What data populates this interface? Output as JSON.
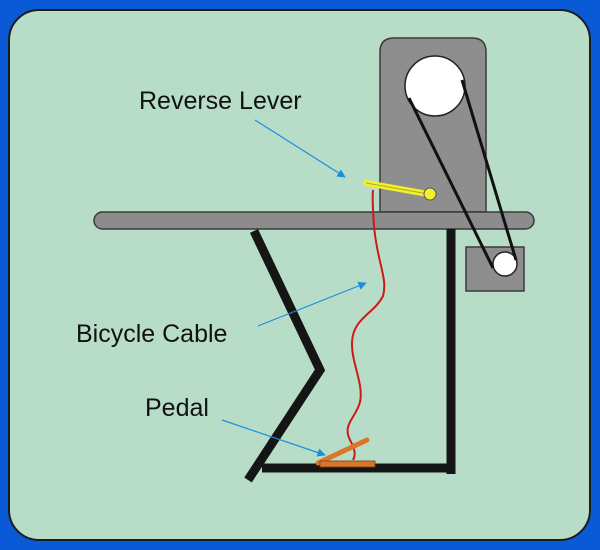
{
  "labels": {
    "reverse_lever": "Reverse Lever",
    "bicycle_cable": "Bicycle Cable",
    "pedal": "Pedal"
  },
  "colors": {
    "frame_blue": "#0a5ad8",
    "panel_green": "#b7ddc8",
    "panel_border": "#1c1c1c",
    "table_gray": "#8c8c8c",
    "machine_gray": "#8e8e8e",
    "leg_black": "#151515",
    "pulley_white": "#ffffff",
    "lever_yellow": "#f4ef2c",
    "cable_red": "#d01818",
    "pedal_orange": "#d9762a",
    "arrow_blue": "#1b8fd8"
  }
}
